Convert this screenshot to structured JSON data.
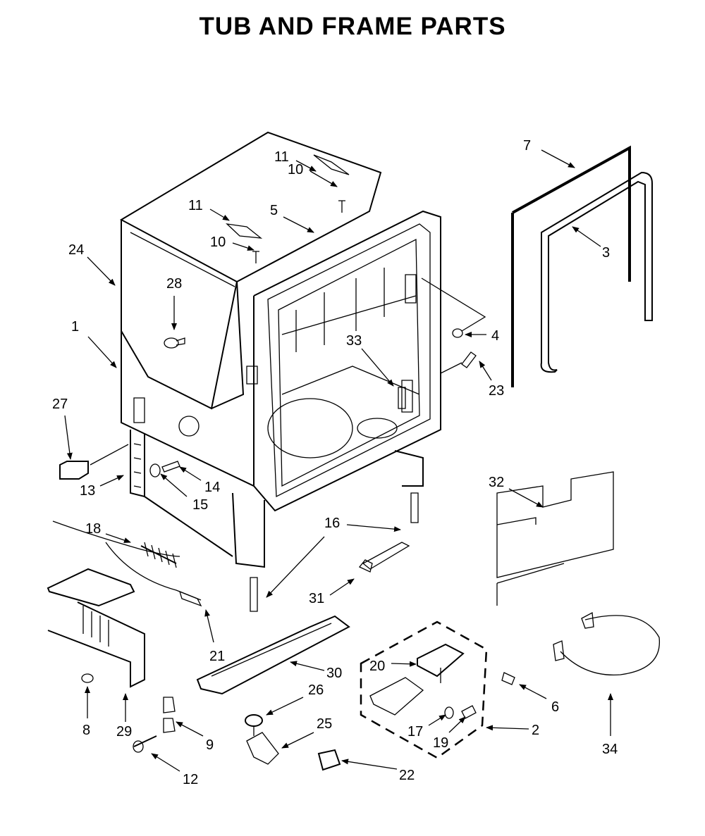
{
  "title": "TUB AND FRAME PARTS",
  "callouts": [
    {
      "id": "c1",
      "label": "1"
    },
    {
      "id": "c2",
      "label": "2"
    },
    {
      "id": "c3",
      "label": "3"
    },
    {
      "id": "c4",
      "label": "4"
    },
    {
      "id": "c5",
      "label": "5"
    },
    {
      "id": "c6",
      "label": "6"
    },
    {
      "id": "c7",
      "label": "7"
    },
    {
      "id": "c8",
      "label": "8"
    },
    {
      "id": "c9",
      "label": "9"
    },
    {
      "id": "c10a",
      "label": "10"
    },
    {
      "id": "c10b",
      "label": "10"
    },
    {
      "id": "c11a",
      "label": "11"
    },
    {
      "id": "c11b",
      "label": "11"
    },
    {
      "id": "c12",
      "label": "12"
    },
    {
      "id": "c13",
      "label": "13"
    },
    {
      "id": "c14",
      "label": "14"
    },
    {
      "id": "c15",
      "label": "15"
    },
    {
      "id": "c16",
      "label": "16"
    },
    {
      "id": "c17",
      "label": "17"
    },
    {
      "id": "c18",
      "label": "18"
    },
    {
      "id": "c19",
      "label": "19"
    },
    {
      "id": "c20",
      "label": "20"
    },
    {
      "id": "c21",
      "label": "21"
    },
    {
      "id": "c22",
      "label": "22"
    },
    {
      "id": "c23",
      "label": "23"
    },
    {
      "id": "c24",
      "label": "24"
    },
    {
      "id": "c25",
      "label": "25"
    },
    {
      "id": "c26",
      "label": "26"
    },
    {
      "id": "c27",
      "label": "27"
    },
    {
      "id": "c28",
      "label": "28"
    },
    {
      "id": "c29",
      "label": "29"
    },
    {
      "id": "c30",
      "label": "30"
    },
    {
      "id": "c31",
      "label": "31"
    },
    {
      "id": "c32",
      "label": "32"
    },
    {
      "id": "c33",
      "label": "33"
    },
    {
      "id": "c34",
      "label": "34"
    }
  ]
}
